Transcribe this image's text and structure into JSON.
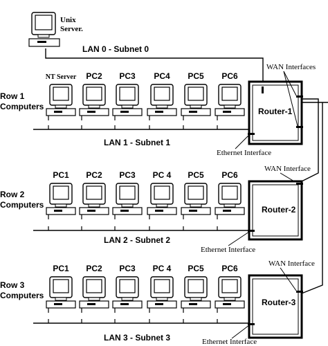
{
  "unix_server": {
    "label_line1": "Unix",
    "label_line2": "Server."
  },
  "lan0": {
    "label": "LAN 0  - Subnet 0"
  },
  "rows": [
    {
      "label_line1": "Row 1",
      "label_line2": "Computers",
      "computers": [
        "NT Server",
        "PC2",
        "PC3",
        "PC4",
        "PC5",
        "PC6"
      ],
      "lan_label": "LAN 1  - Subnet 1",
      "router": {
        "label": "Router-1",
        "wan_label": "WAN Interfaces",
        "eth_label": "Ethernet Interface"
      }
    },
    {
      "label_line1": "Row 2",
      "label_line2": "Computers",
      "computers": [
        "PC1",
        "PC2",
        "PC3",
        "PC 4",
        "PC5",
        "PC6"
      ],
      "lan_label": "LAN 2  - Subnet 2",
      "router": {
        "label": "Router-2",
        "wan_label": "WAN Interface",
        "eth_label": "Ethernet Interface"
      }
    },
    {
      "label_line1": "Row 3",
      "label_line2": "Computers",
      "computers": [
        "PC1",
        "PC2",
        "PC3",
        "PC 4",
        "PC5",
        "PC6"
      ],
      "lan_label": "LAN 3  - Subnet 3",
      "router": {
        "label": "Router-3",
        "wan_label": "WAN Interface",
        "eth_label": "Ethernet Interface"
      }
    }
  ],
  "icons": {
    "computer": "desktop-computer-icon",
    "server": "server-icon",
    "router": "router-box"
  }
}
